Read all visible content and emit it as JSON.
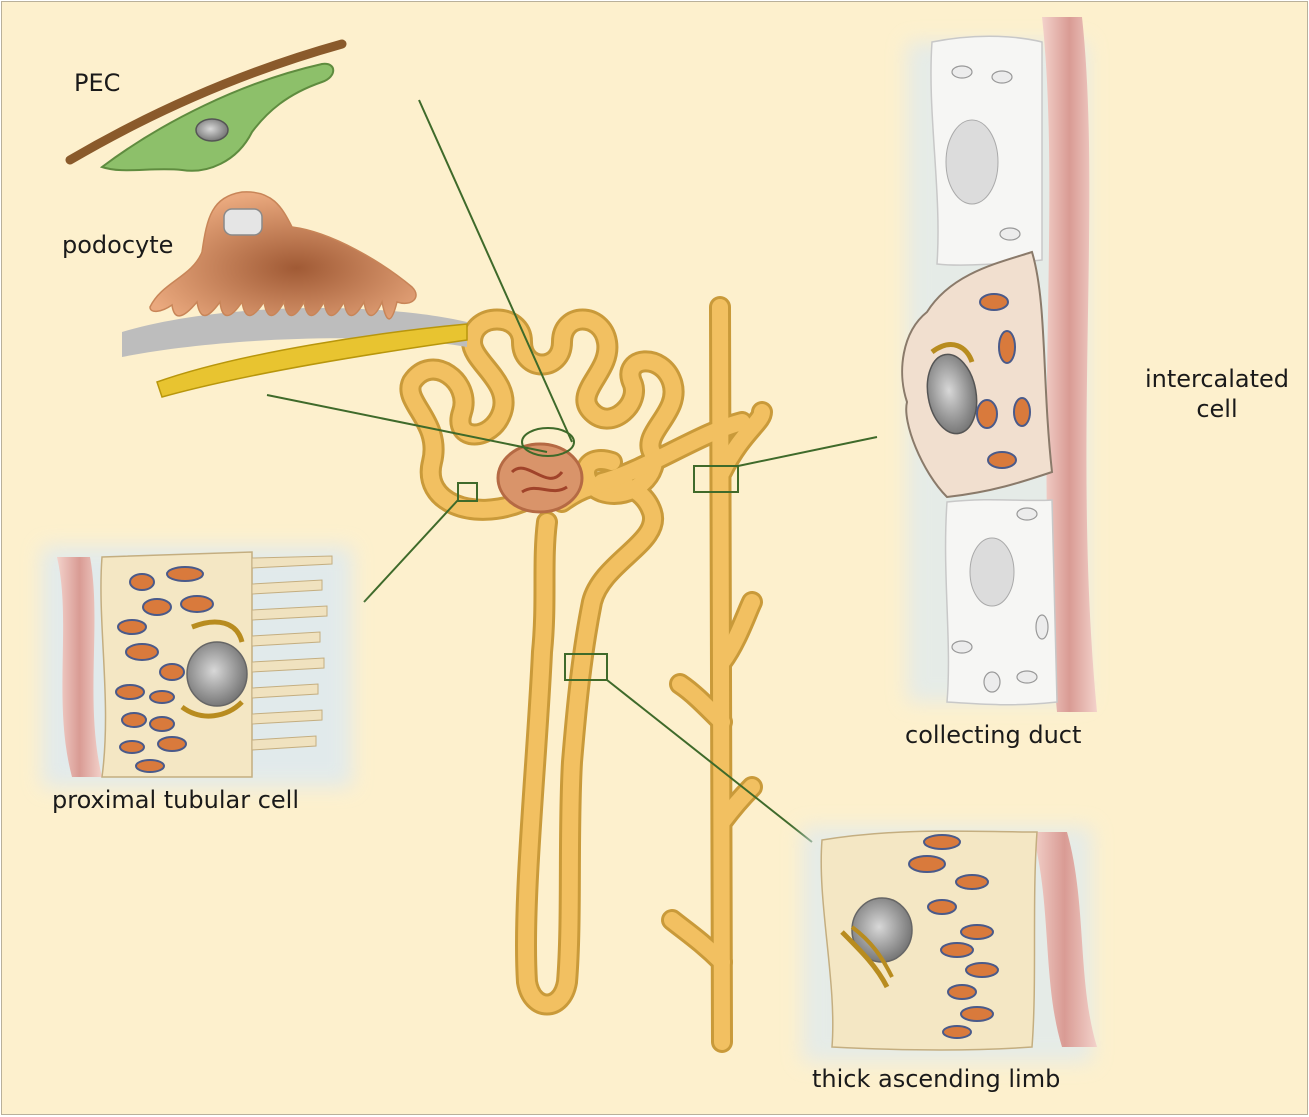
{
  "labels": {
    "pec": "PEC",
    "podocyte": "podocyte",
    "intercalated_line1": "intercalated",
    "intercalated_line2": "cell",
    "collecting_duct": "collecting duct",
    "proximal_tubular_cell": "proximal tubular cell",
    "thick_ascending_limb": "thick ascending limb"
  },
  "colors": {
    "background": "#fdf0cd",
    "tubule": "#f2c061",
    "tubule_outline": "#c99a3a",
    "glomerulus": "#d9946a",
    "pec_cell": "#8dc06a",
    "basement_membrane": "#8a5a2b",
    "podocyte_cell": "#e4a27a",
    "leader_line": "#3f6a2a",
    "cell_tan": "#f4e7c4",
    "cell_white": "#f6f6f4",
    "intercalated_cell": "#f1dfcf",
    "mitochondria": "#d97a3c",
    "nucleus": "#9a9a9a",
    "vessel_pink": "#e7b6b0"
  }
}
